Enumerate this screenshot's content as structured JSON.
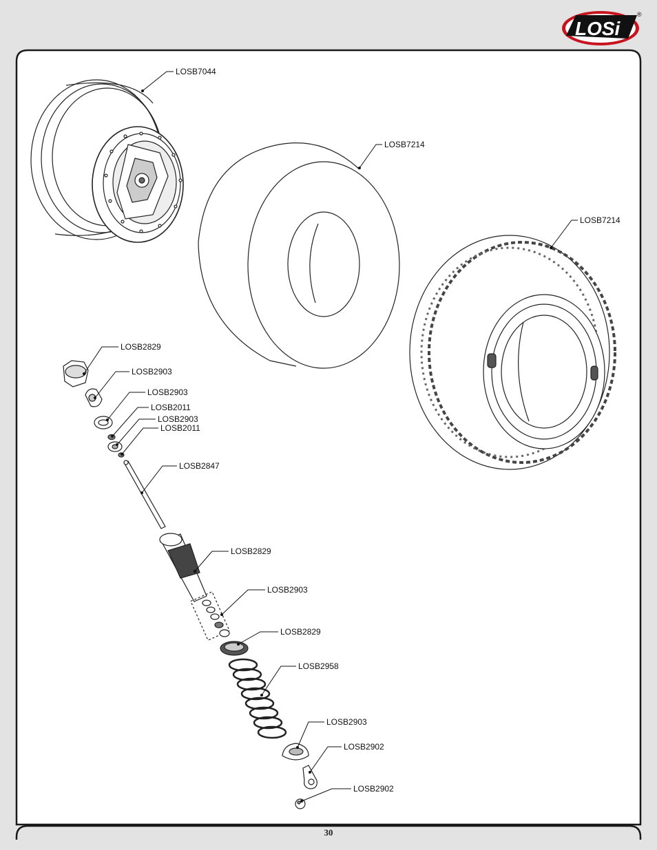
{
  "brand": {
    "logo_text": "LOSi",
    "registered_mark": "®",
    "colors": {
      "logo_red": "#c8141e",
      "logo_black": "#111111",
      "page_bg": "#e3e3e3",
      "panel_bg": "#ffffff"
    }
  },
  "page_number": "30",
  "callouts": [
    {
      "id": "wheel",
      "label": "LOSB7044"
    },
    {
      "id": "foam-insert",
      "label": "LOSB7214"
    },
    {
      "id": "tire",
      "label": "LOSB7214"
    },
    {
      "id": "top-cap",
      "label": "LOSB2829"
    },
    {
      "id": "rod-end-top",
      "label": "LOSB2903"
    },
    {
      "id": "washer",
      "label": "LOSB2903"
    },
    {
      "id": "oring-1",
      "label": "LOSB2011"
    },
    {
      "id": "piston",
      "label": "LOSB2903"
    },
    {
      "id": "oring-2",
      "label": "LOSB2011"
    },
    {
      "id": "shaft",
      "label": "LOSB2847"
    },
    {
      "id": "body",
      "label": "LOSB2829"
    },
    {
      "id": "seal-kit",
      "label": "LOSB2903"
    },
    {
      "id": "collar",
      "label": "LOSB2829"
    },
    {
      "id": "spring",
      "label": "LOSB2958"
    },
    {
      "id": "cup",
      "label": "LOSB2903"
    },
    {
      "id": "rod-end",
      "label": "LOSB2902"
    },
    {
      "id": "ball",
      "label": "LOSB2902"
    }
  ]
}
